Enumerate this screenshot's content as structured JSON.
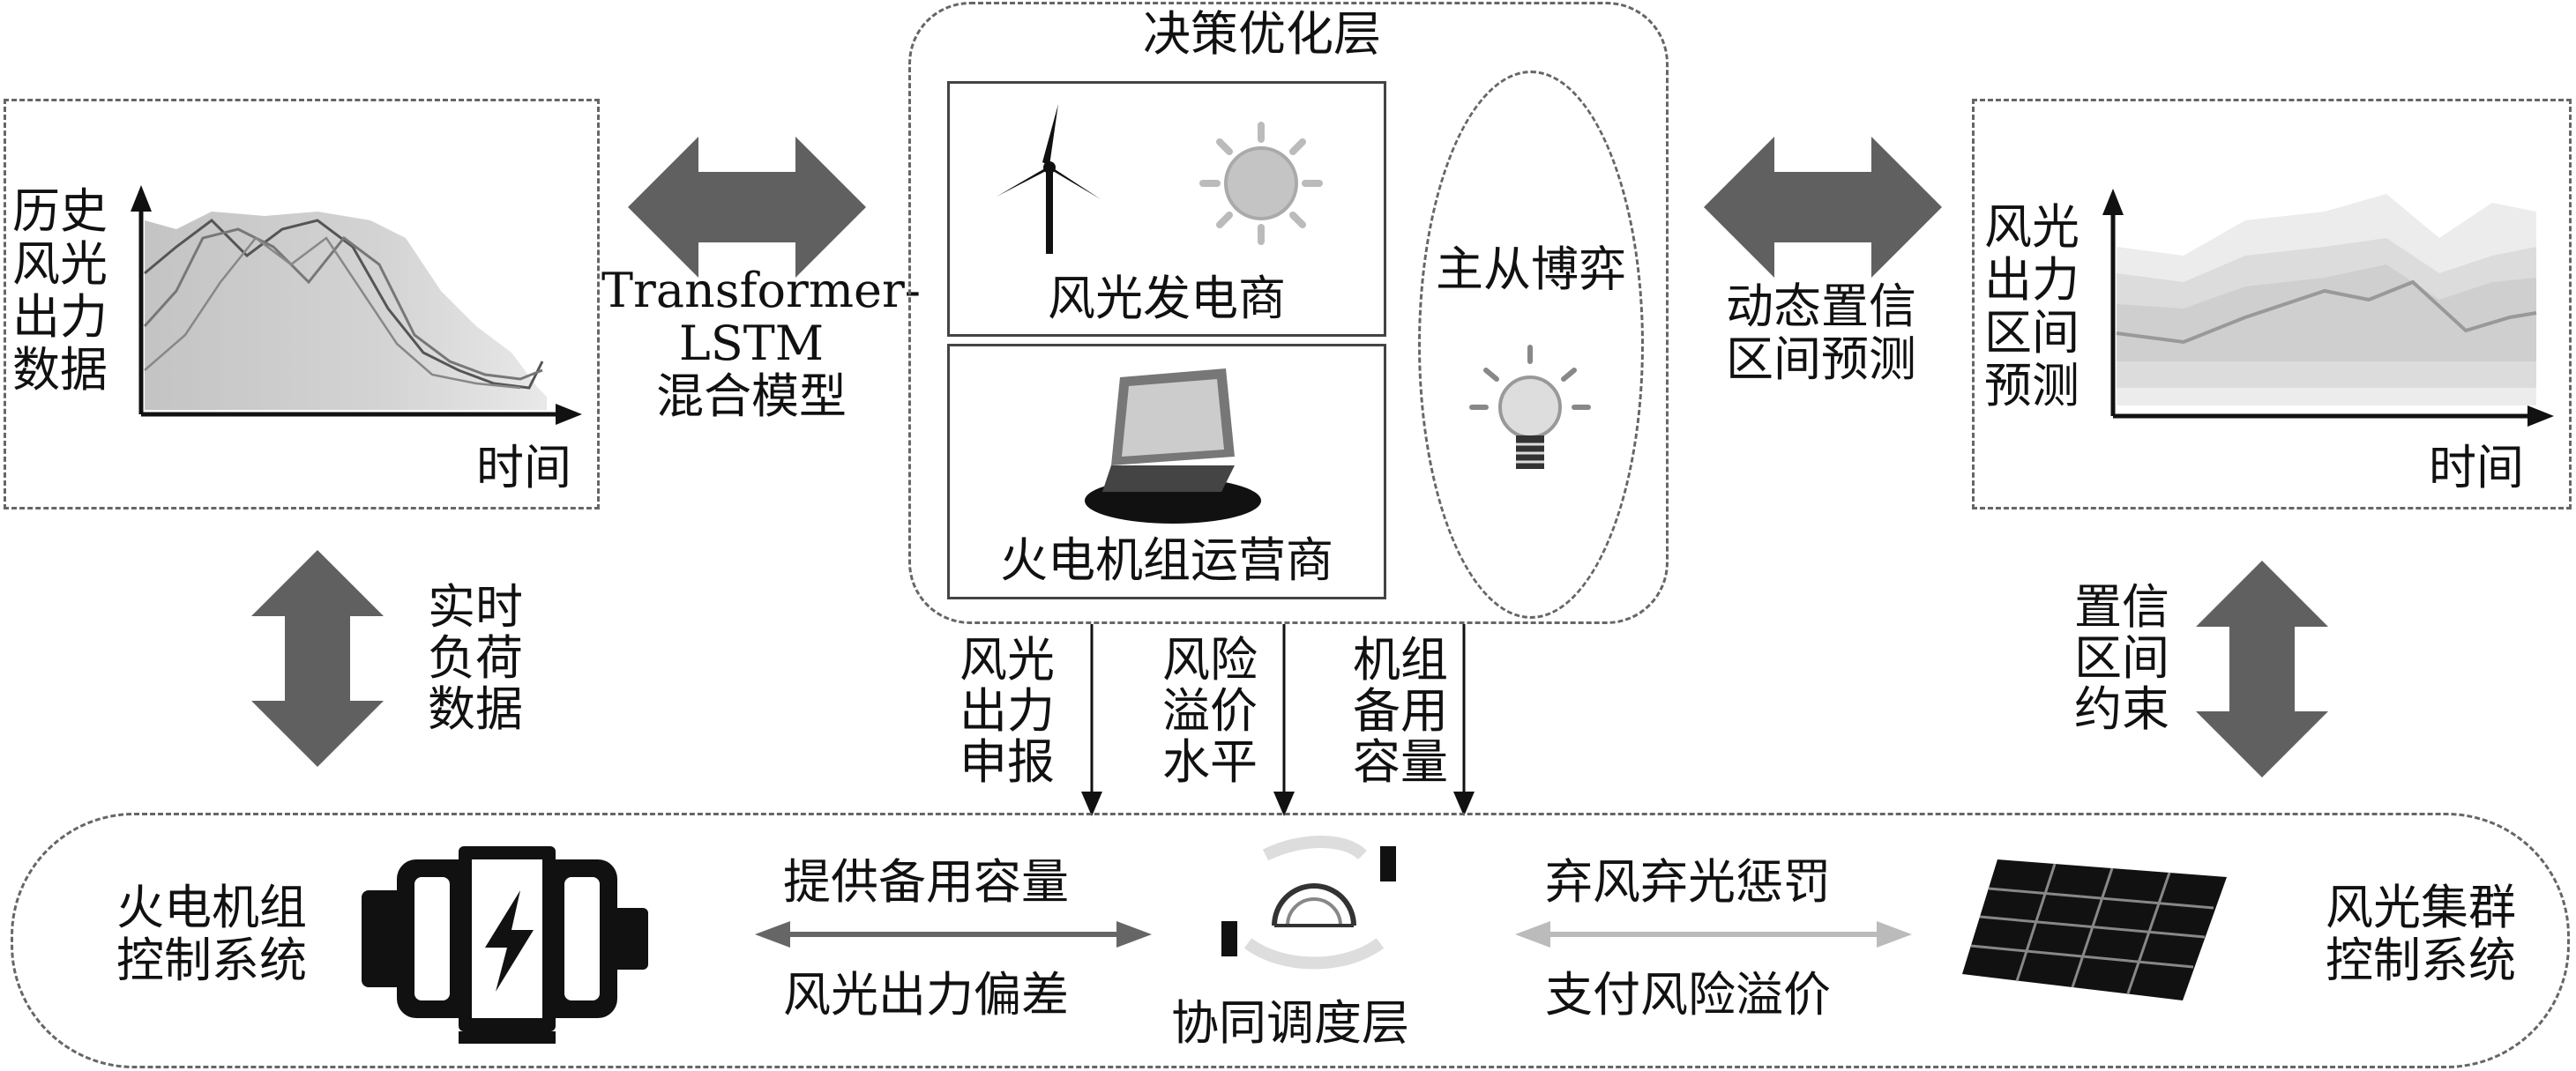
{
  "decision_layer": {
    "title": "决策优化层",
    "wind_solar_producer": "风光发电商",
    "thermal_operator": "火电机组运营商",
    "game": "主从博弈"
  },
  "left_chart": {
    "ylabel": "历史\n风光\n出力\n数据",
    "xlabel": "时间"
  },
  "right_chart": {
    "ylabel": "风光\n出力\n区间\n预测",
    "xlabel": "时间"
  },
  "model_label": "Transformer-\nLSTM\n混合模型",
  "interval_label": "动态置信\n区间预测",
  "realtime_label": "实时\n负荷\n数据",
  "constraint_label": "置信\n区间\n约束",
  "flows": {
    "wind_report": "风光\n出力\n申报",
    "risk_premium": "风险\n溢价\n水平",
    "reserve_capacity": "机组\n备用\n容量"
  },
  "coordination_layer": {
    "title": "协同调度层",
    "thermal_control": "火电机组\n控制系统",
    "wind_cluster_control": "风光集群\n控制系统",
    "provide_reserve": "提供备用容量",
    "wind_deviation": "风光出力偏差",
    "curtail_penalty": "弃风弃光惩罚",
    "pay_premium": "支付风险溢价"
  }
}
